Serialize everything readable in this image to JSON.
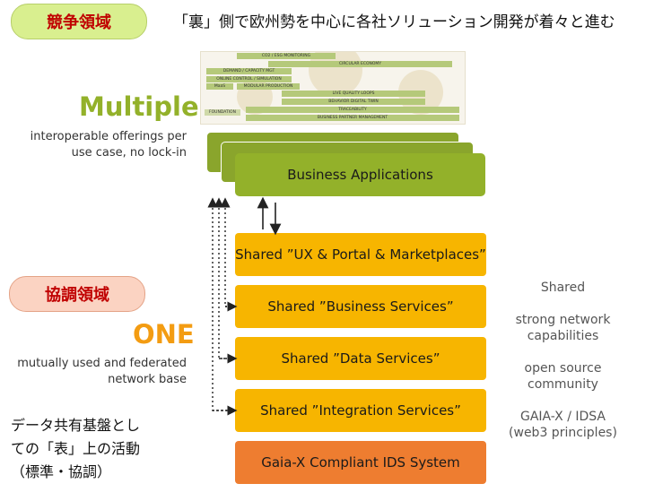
{
  "pills": {
    "competition": "競争領域",
    "cooperation": "協調領域"
  },
  "headline": "「裏」側で欧州勢を中心に各社ソリューション開発が着々と進む",
  "multiple": {
    "title": "Multiple",
    "description_lines": [
      "interoperable offerings per",
      "use case, no lock-in"
    ]
  },
  "one": {
    "title": "ONE",
    "description_lines": [
      "mutually used and federated",
      "network base"
    ]
  },
  "jp_note_lines": [
    "データ共有基盤とし",
    "ての「表」上の活動",
    "（標準・協調）"
  ],
  "thumbnail": {
    "bars": [
      "CO2 / ESG MONITORING",
      "CIRCULAR ECONOMY",
      "DEMAND / CAPACITY MGT",
      "ONLINE CONTROL / SIMULATION",
      "MaaS",
      "MODULAR PRODUCTION",
      "LIVE QUALITY LOOPS",
      "BEHAVIOR DIGITAL TWIN",
      "FOUNDATION",
      "TRACEABILITY",
      "BUSINESS PARTNER MANAGEMENT"
    ]
  },
  "business_applications": "Business Applications",
  "layers": [
    {
      "label": "Shared ”UX & Portal & Marketplaces”",
      "color": "#f7b500"
    },
    {
      "label": "Shared ”Business Services”",
      "color": "#f7b500"
    },
    {
      "label": "Shared ”Data Services”",
      "color": "#f7b500"
    },
    {
      "label": "Shared ”Integration Services”",
      "color": "#f7b500"
    },
    {
      "label": "Gaia-X Compliant IDS System",
      "color": "#ee7d30"
    }
  ],
  "right_notes": [
    [
      "Shared"
    ],
    [
      "strong network",
      "capabilities"
    ],
    [
      "open source",
      "community"
    ],
    [
      "GAIA-X / IDSA",
      "(web3 principles)"
    ]
  ]
}
